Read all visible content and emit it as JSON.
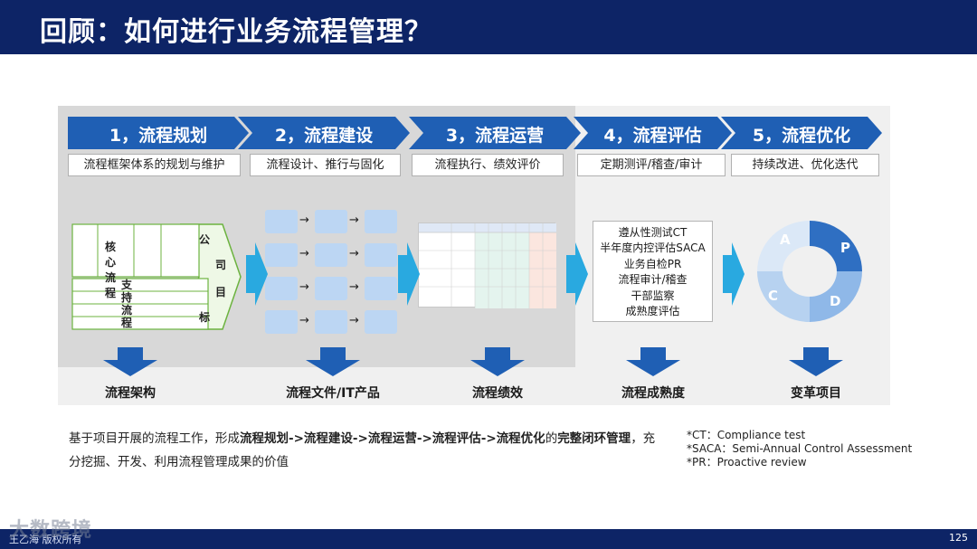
{
  "title": "回顾：如何进行业务流程管理？",
  "steps": [
    {
      "label": "1，流程规划",
      "sub": "流程框架体系的规划与维护",
      "output": "流程架构"
    },
    {
      "label": "2，流程建设",
      "sub": "流程设计、推行与固化",
      "output": "流程文件/IT产品"
    },
    {
      "label": "3，流程运营",
      "sub": "流程执行、绩效评价",
      "output": "流程绩效"
    },
    {
      "label": "4，流程评估",
      "sub": "定期测评/稽查/审计",
      "output": "流程成熟度"
    },
    {
      "label": "5，流程优化",
      "sub": "持续改进、优化迭代",
      "output": "变革项目"
    }
  ],
  "diagram1": {
    "core": "核心流程",
    "support": "支持流程",
    "goal": [
      "公",
      "司",
      "目",
      "标"
    ]
  },
  "evaluation_items": [
    "遵从性测试CT",
    "半年度内控评估SACA",
    "业务自检PR",
    "流程审计/稽查",
    "干部监察",
    "成熟度评估"
  ],
  "cycle_letters": [
    "P",
    "D",
    "C",
    "A"
  ],
  "paragraph": {
    "p1": "基于项目开展的流程工作，形成",
    "b1": "流程规划",
    "s1": "->",
    "b2": "流程建设",
    "s2": "->",
    "b3": "流程运营",
    "s3": "->",
    "b4": "流程评估",
    "s4": "->",
    "b5": "流程优化",
    "p2": "的",
    "b6": "完整闭环管理",
    "p3": "，充分挖掘、开发、利用流程管理成果的价值"
  },
  "notes": [
    "*CT：Compliance test",
    "*SACA：Semi-Annual Control Assessment",
    "*PR：Proactive review"
  ],
  "footer": {
    "copyright": "王乙海 版权所有",
    "page": "125",
    "watermark": "大数跨境"
  },
  "colors": {
    "brand": "#0d2466",
    "accent": "#1f5fb4",
    "arrow": "#29a9e0"
  }
}
